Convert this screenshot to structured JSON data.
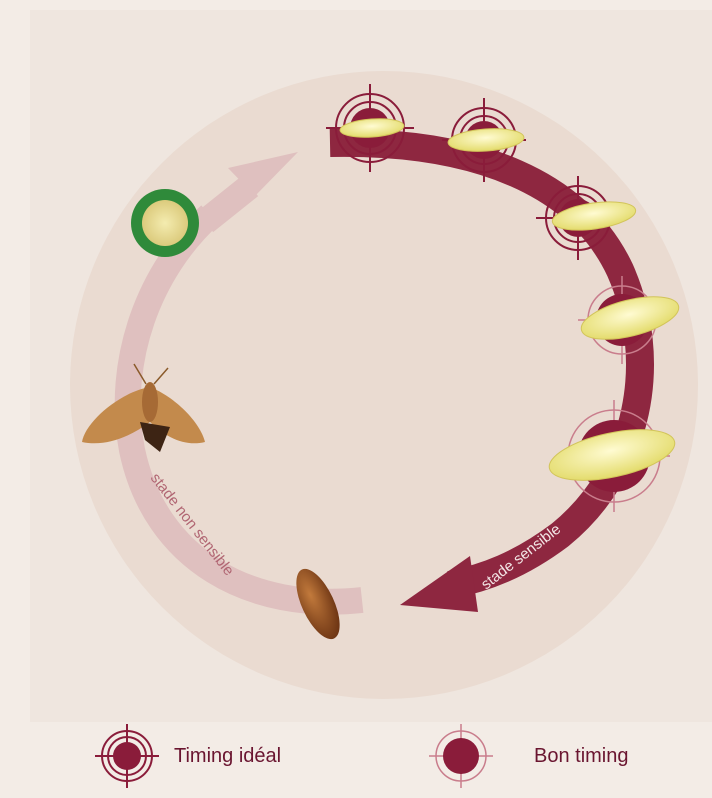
{
  "labels": {
    "sensitive_stage": "stade sensible",
    "non_sensitive_stage": "stade non sensible"
  },
  "legend": {
    "ideal_label": "Timing idéal",
    "good_label": "Bon timing"
  },
  "colors": {
    "background": "#f3ece6",
    "circle": "#eadbd1",
    "sensitive_arrow": "#8e2740",
    "non_sensitive_arrow": "#dfc0bf",
    "target_fill": "#8a1c3a",
    "target_ring": "#8a1c3a",
    "larva": "#f1ef9d",
    "egg_disc": "#2f8a3a",
    "moth": "#b0733a",
    "pupa": "#8a4a1e"
  },
  "icons": [
    "target-ideal-icon",
    "target-good-icon",
    "egg-cluster-icon",
    "larva-icon",
    "pupa-icon",
    "moth-icon"
  ]
}
